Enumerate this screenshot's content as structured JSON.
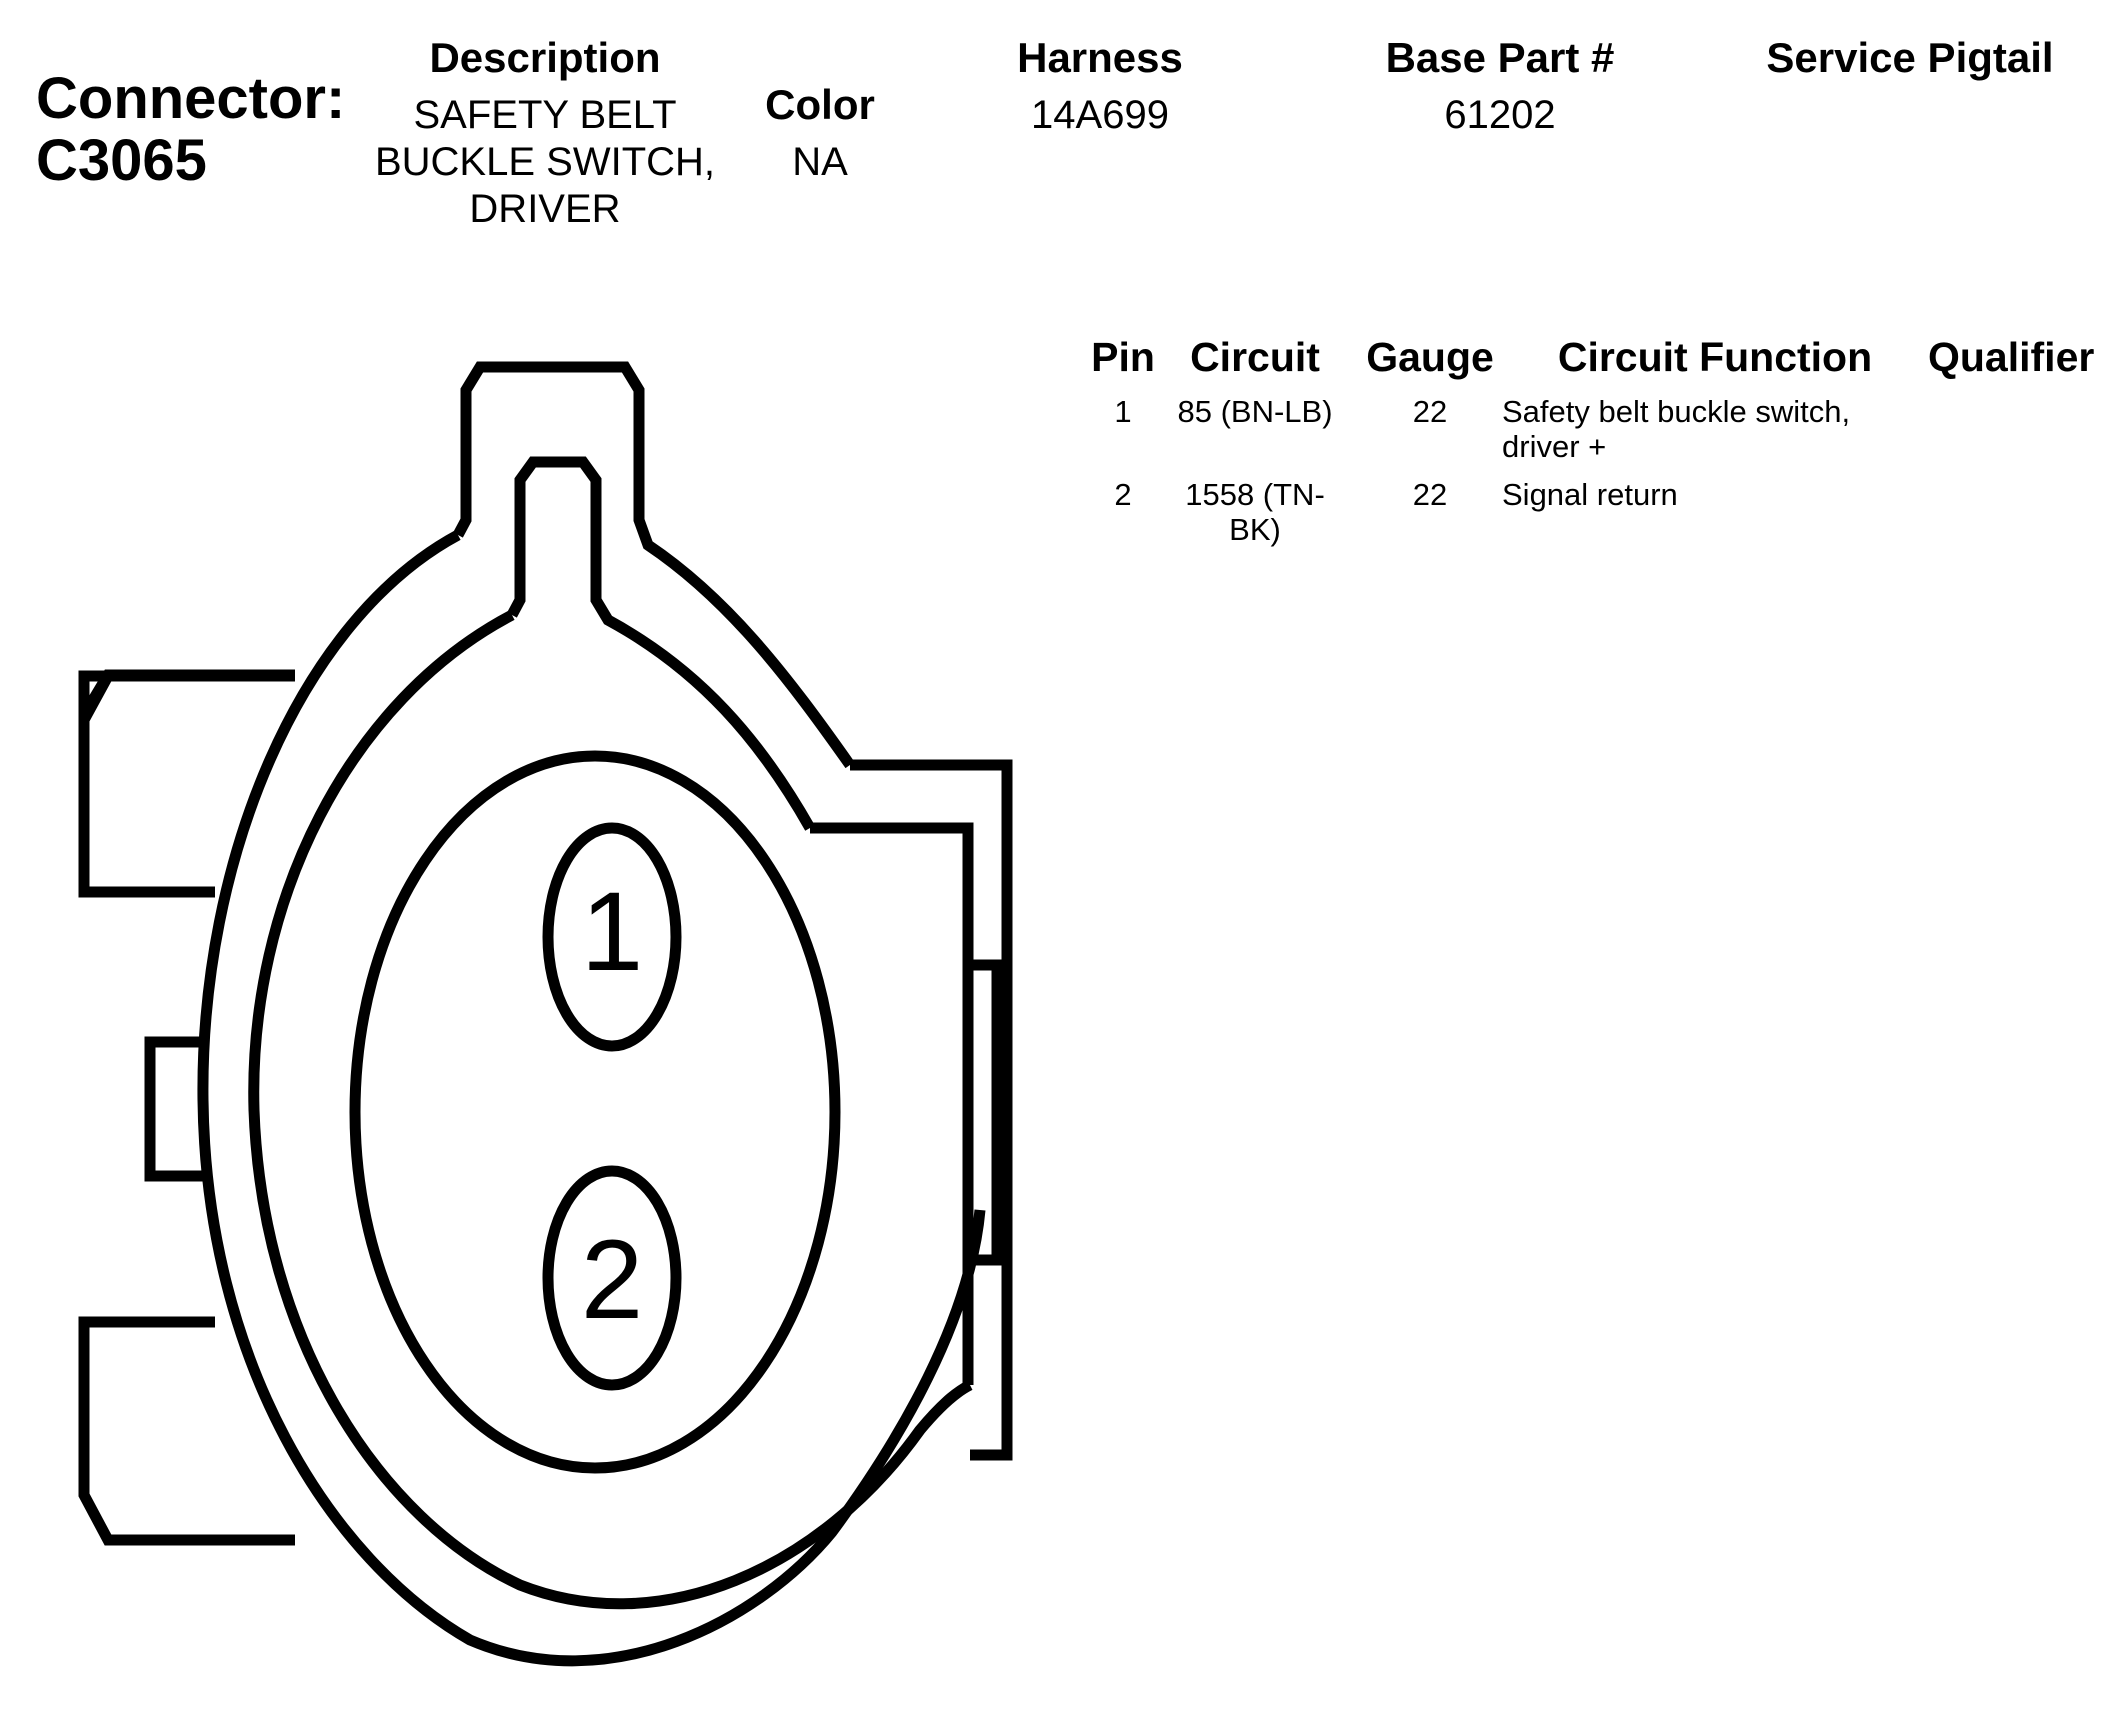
{
  "connector": {
    "label": "Connector:",
    "id": "C3065"
  },
  "header": {
    "description_label": "Description",
    "description_lines": [
      "SAFETY BELT",
      "BUCKLE SWITCH,",
      "DRIVER"
    ],
    "color_label": "Color",
    "color_value": "NA",
    "harness_label": "Harness",
    "harness_value": "14A699",
    "base_part_label": "Base Part #",
    "base_part_value": "61202",
    "service_pigtail_label": "Service Pigtail"
  },
  "pin_table": {
    "columns": {
      "pin": "Pin",
      "circuit": "Circuit",
      "gauge": "Gauge",
      "function": "Circuit Function",
      "qualifier": "Qualifier"
    },
    "rows": [
      {
        "pin": "1",
        "circuit_lines": [
          "85 (BN-LB)"
        ],
        "gauge": "22",
        "function_lines": [
          "Safety belt buckle switch,",
          "driver +"
        ],
        "qualifier": ""
      },
      {
        "pin": "2",
        "circuit_lines": [
          "1558 (TN-",
          "BK)"
        ],
        "gauge": "22",
        "function_lines": [
          "Signal return"
        ],
        "qualifier": ""
      }
    ]
  },
  "diagram": {
    "pin_labels": [
      "1",
      "2"
    ],
    "stroke_color": "#000000"
  }
}
